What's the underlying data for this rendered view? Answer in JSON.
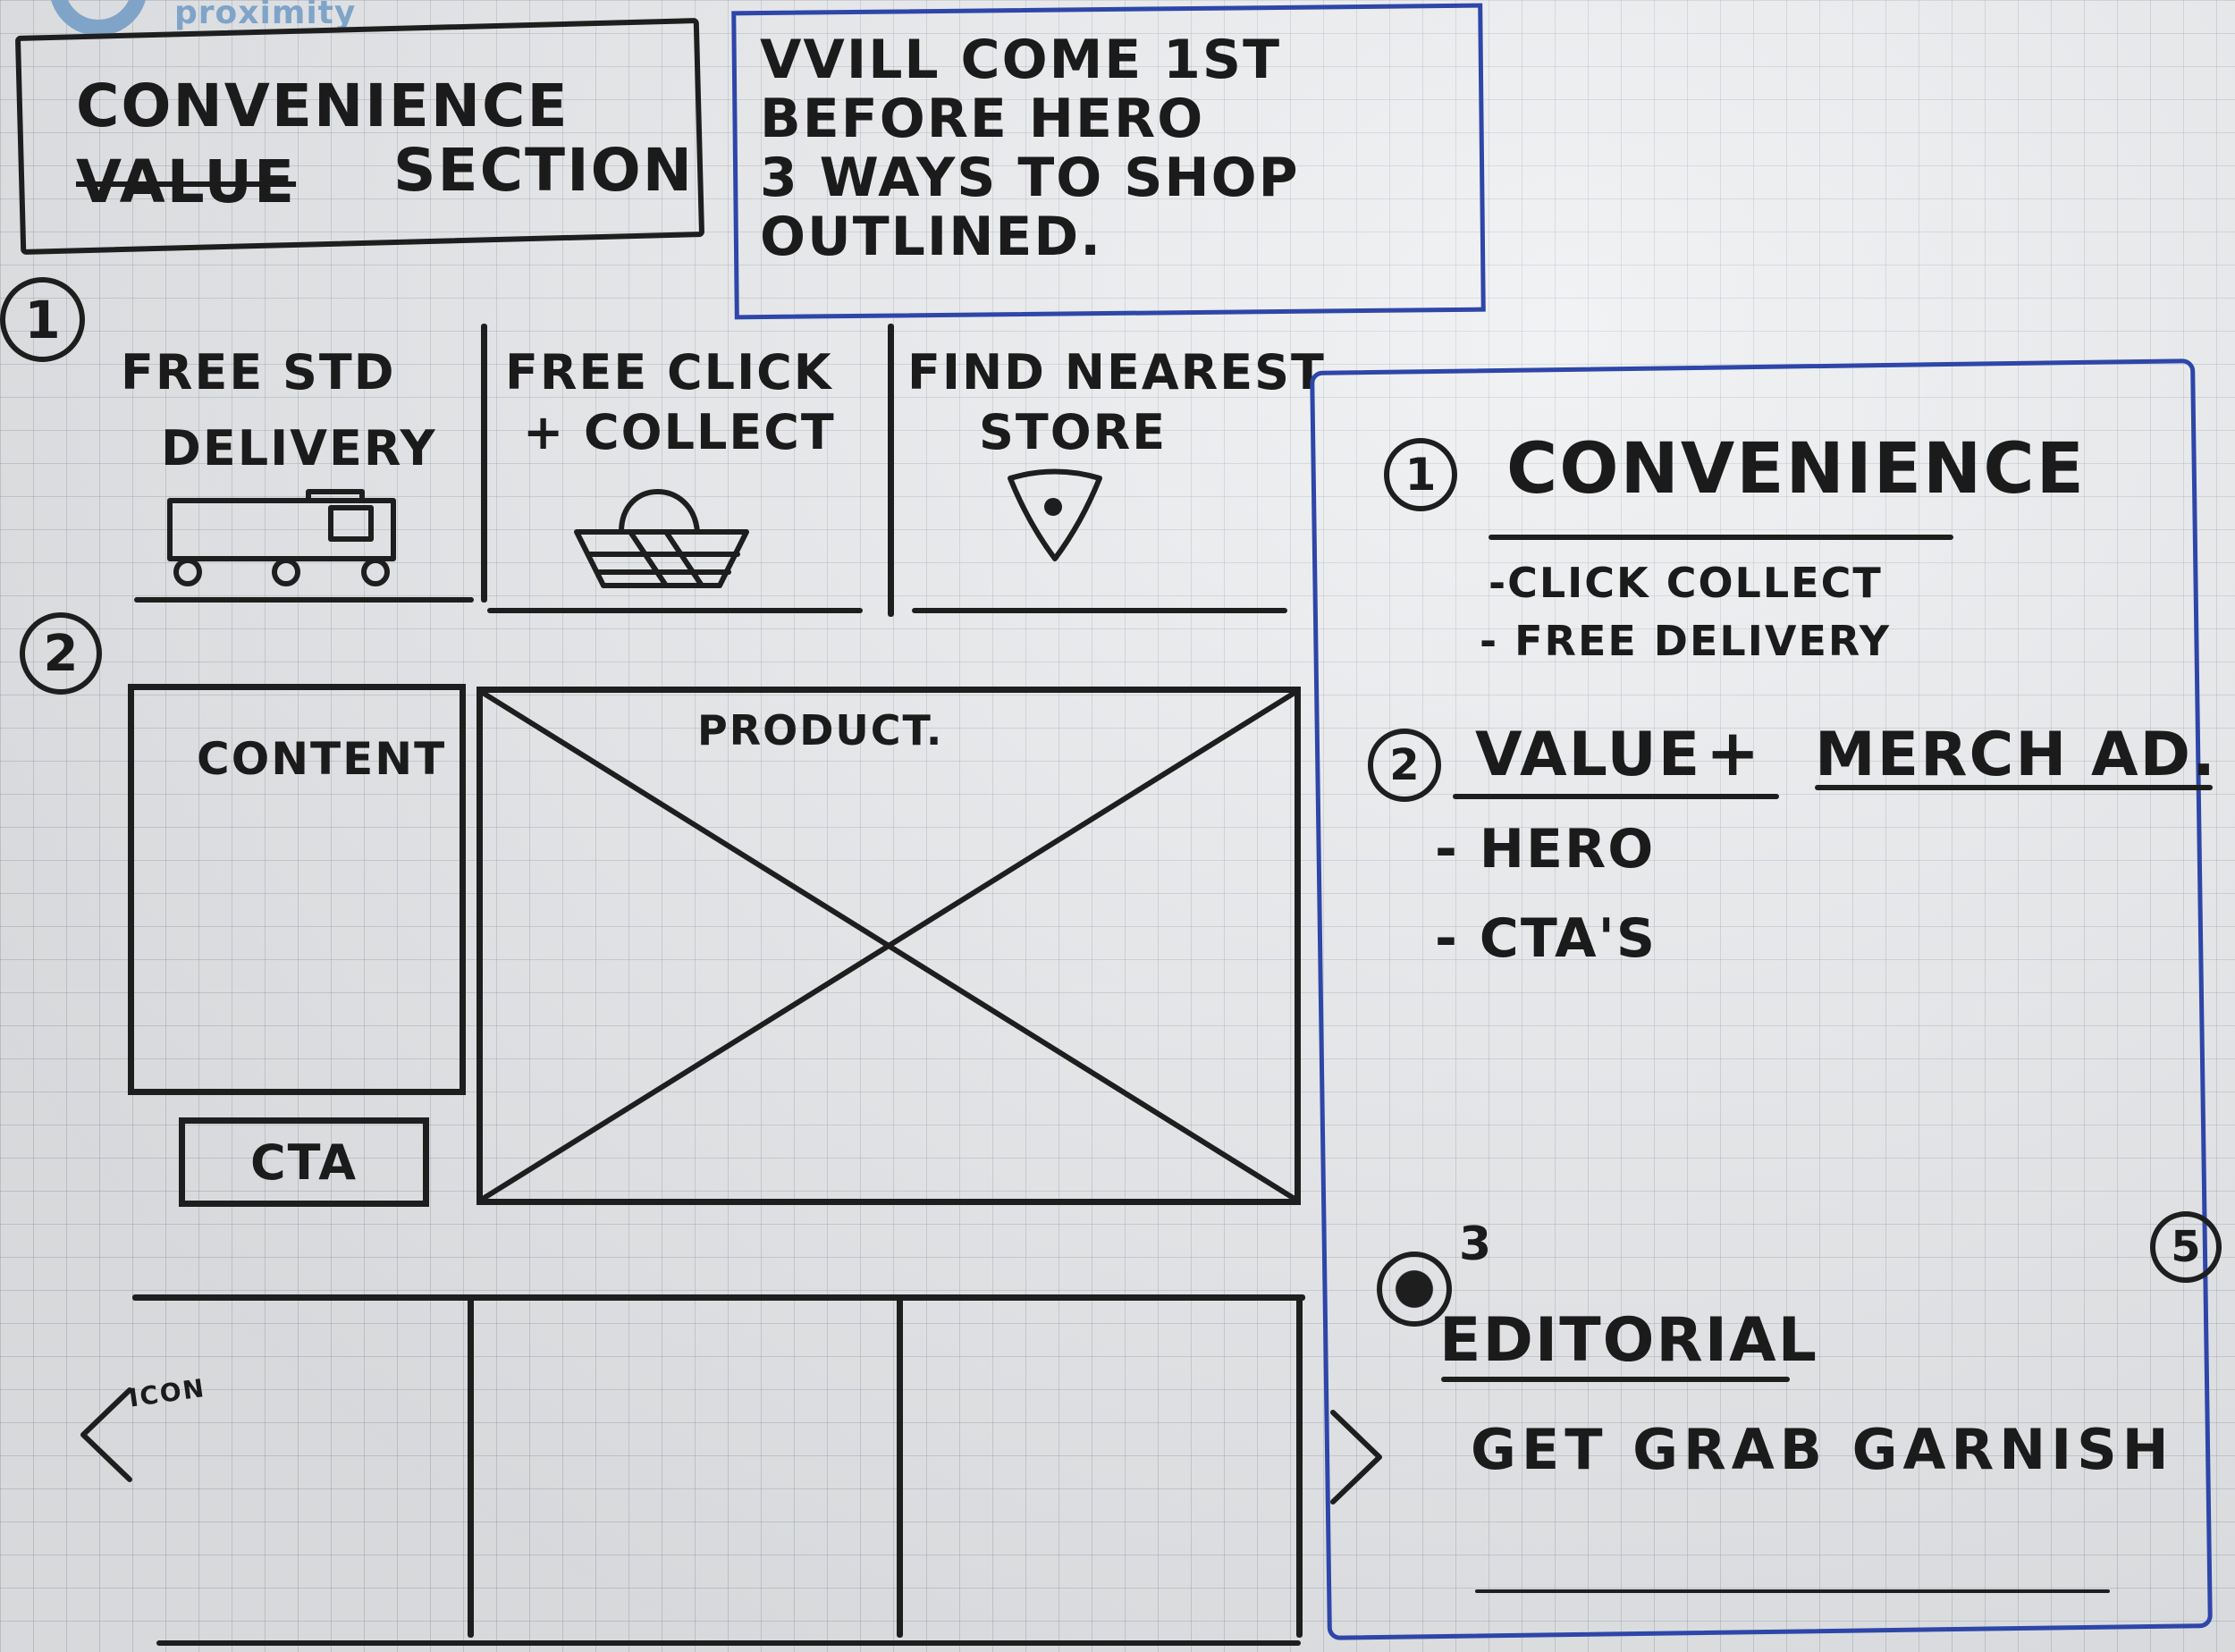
{
  "logo": {
    "text": "proximity",
    "color": "#7fa4c8"
  },
  "title_box": {
    "line1": "CONVENIENCE",
    "struck": "VALUE",
    "line2_tail": "SECTION"
  },
  "note_box": {
    "lines": [
      "VVILL COME 1ST",
      "BEFORE HERO",
      "3 WAYS TO SHOP",
      "OUTLINED."
    ]
  },
  "section_numbers": {
    "one": "1",
    "two": "2"
  },
  "shop_ways": [
    {
      "line1": "FREE STD",
      "line2": "DELIVERY",
      "icon": "delivery-van-icon"
    },
    {
      "line1": "FREE CLICK",
      "line2": "+ COLLECT",
      "icon": "shopping-basket-icon"
    },
    {
      "line1": "FIND NEAREST",
      "line2": "STORE",
      "icon": "store-location-pin-icon"
    }
  ],
  "content_block": {
    "label": "CONTENT",
    "cta": "CTA"
  },
  "product_block": {
    "label": "PRODUCT."
  },
  "carousel": {
    "prev_icon": "chevron-left-icon",
    "next_icon": "chevron-right-icon",
    "scribble": "ICON"
  },
  "notes": {
    "convenience": {
      "num": "1",
      "title": "CONVENIENCE",
      "items": [
        "-CLICK COLLECT",
        "- FREE DELIVERY"
      ]
    },
    "value": {
      "num": "2",
      "title_a": "VALUE",
      "plus": "+",
      "title_b": "MERCH AD.",
      "items": [
        "- HERO",
        "- CTA'S"
      ]
    },
    "editorial": {
      "num": "3",
      "title": "EDITORIAL",
      "tagline": "GET GRAB GARNISH"
    },
    "side_marker": "5"
  },
  "colors": {
    "ink": "#1e1e1e",
    "blue_pen": "#2d46a8",
    "paper": "#e9ebee"
  }
}
